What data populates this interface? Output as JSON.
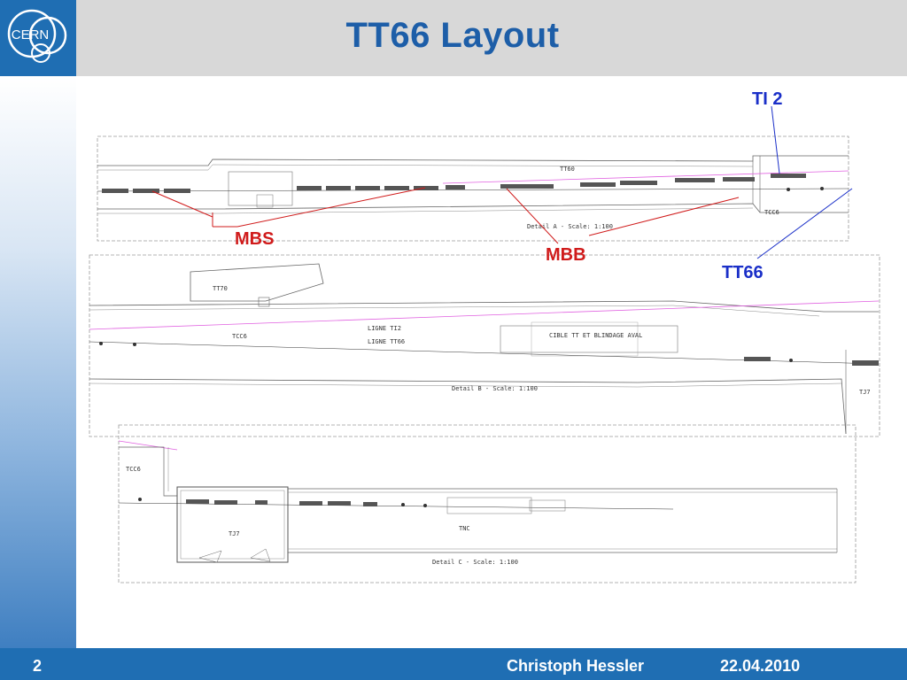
{
  "header": {
    "title": "TT66 Layout",
    "logo_text": "CERN"
  },
  "footer": {
    "page_number": "2",
    "author": "Christoph Hessler",
    "date": "22.04.2010"
  },
  "callouts": {
    "ti2": "TI 2",
    "tt66": "TT66",
    "mbs": "MBS",
    "mbb": "MBB"
  },
  "drawing": {
    "detail_a_scale": "Detail A - Scale:  1:100",
    "detail_b_scale": "Detail B - Scale:  1:100",
    "detail_c_scale": "Detail C - Scale:  1:100",
    "tt60": "TT60",
    "tt70": "TT70",
    "tcc6": "TCC6",
    "tj7": "TJ7",
    "tnc": "TNC",
    "ligne_ti2": "LIGNE TI2",
    "ligne_tt66": "LIGNE TT66",
    "cible": "CIBLE TT ET BLINDAGE AVAL"
  },
  "colors": {
    "brand_blue": "#1f6eb3",
    "title_blue": "#1d5ea8",
    "callout_blue": "#1a2fc8",
    "callout_red": "#d01b1b",
    "beam_pink": "#e060e0"
  }
}
